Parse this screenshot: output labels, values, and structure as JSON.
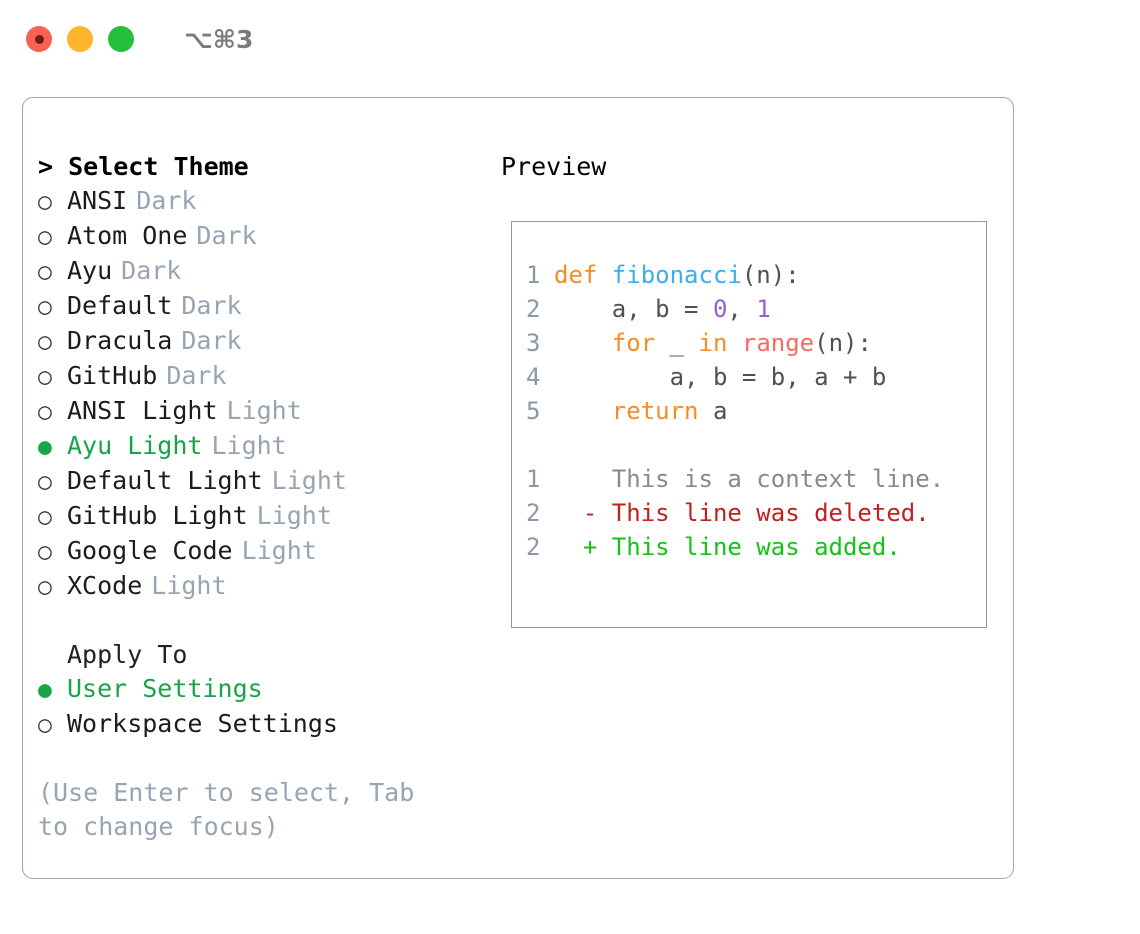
{
  "titlebar": {
    "lights": [
      {
        "name": "close-button",
        "color": "#FB6055"
      },
      {
        "name": "minimize-button",
        "color": "#FDB52A"
      },
      {
        "name": "maximize-button",
        "color": "#24C03C"
      }
    ],
    "shortcut": "⌥⌘3"
  },
  "theme_list": {
    "header": "> Select Theme",
    "items": [
      {
        "marker": "○",
        "label": "ANSI",
        "tag": "Dark",
        "selected": false
      },
      {
        "marker": "○",
        "label": "Atom One",
        "tag": "Dark",
        "selected": false
      },
      {
        "marker": "○",
        "label": "Ayu",
        "tag": "Dark",
        "selected": false
      },
      {
        "marker": "○",
        "label": "Default",
        "tag": "Dark",
        "selected": false
      },
      {
        "marker": "○",
        "label": "Dracula",
        "tag": "Dark",
        "selected": false
      },
      {
        "marker": "○",
        "label": "GitHub",
        "tag": "Dark",
        "selected": false
      },
      {
        "marker": "○",
        "label": "ANSI Light",
        "tag": "Light",
        "selected": false
      },
      {
        "marker": "●",
        "label": "Ayu Light",
        "tag": "Light",
        "selected": true
      },
      {
        "marker": "○",
        "label": "Default Light",
        "tag": "Light",
        "selected": false
      },
      {
        "marker": "○",
        "label": "GitHub Light",
        "tag": "Light",
        "selected": false
      },
      {
        "marker": "○",
        "label": "Google Code",
        "tag": "Light",
        "selected": false
      },
      {
        "marker": "○",
        "label": "XCode",
        "tag": "Light",
        "selected": false
      }
    ]
  },
  "apply_to": {
    "header": "Apply To",
    "items": [
      {
        "marker": "●",
        "label": "User Settings",
        "selected": true
      },
      {
        "marker": "○",
        "label": "Workspace Settings",
        "selected": false
      }
    ]
  },
  "hint": "(Use Enter to select, Tab to change focus)",
  "preview": {
    "title": "Preview",
    "code_lines": [
      {
        "no": "1",
        "tokens": [
          {
            "t": "def ",
            "c": "kw"
          },
          {
            "t": "fibonacci",
            "c": "fn"
          },
          {
            "t": "(n):",
            "c": "plain"
          }
        ]
      },
      {
        "no": "2",
        "tokens": [
          {
            "t": "    a, b = ",
            "c": "plain"
          },
          {
            "t": "0",
            "c": "num"
          },
          {
            "t": ", ",
            "c": "plain"
          },
          {
            "t": "1",
            "c": "num"
          }
        ]
      },
      {
        "no": "3",
        "tokens": [
          {
            "t": "    ",
            "c": "plain"
          },
          {
            "t": "for",
            "c": "kw"
          },
          {
            "t": " _ ",
            "c": "plain"
          },
          {
            "t": "in",
            "c": "kw"
          },
          {
            "t": " ",
            "c": "plain"
          },
          {
            "t": "range",
            "c": "bi"
          },
          {
            "t": "(n):",
            "c": "plain"
          }
        ]
      },
      {
        "no": "4",
        "tokens": [
          {
            "t": "        a, b = b, a + b",
            "c": "plain"
          }
        ]
      },
      {
        "no": "5",
        "tokens": [
          {
            "t": "    ",
            "c": "plain"
          },
          {
            "t": "return",
            "c": "kw"
          },
          {
            "t": " a",
            "c": "plain"
          }
        ]
      }
    ],
    "diff_lines": [
      {
        "no": "1",
        "marker": " ",
        "text": " This is a context line.",
        "kind": "ctx"
      },
      {
        "no": "2",
        "marker": "-",
        "text": " This line was deleted.",
        "kind": "del"
      },
      {
        "no": "2",
        "marker": "+",
        "text": " This line was added.",
        "kind": "add"
      }
    ]
  },
  "colors": {
    "accent_green": "#18A549",
    "muted": "#98a4b4",
    "keyword": "#FB8B23",
    "function": "#3BAEEF",
    "number": "#9B5CD8",
    "builtin": "#FB6A60",
    "diff_delete": "#C32020",
    "diff_add": "#13C413",
    "border": "#9aa6b5"
  }
}
